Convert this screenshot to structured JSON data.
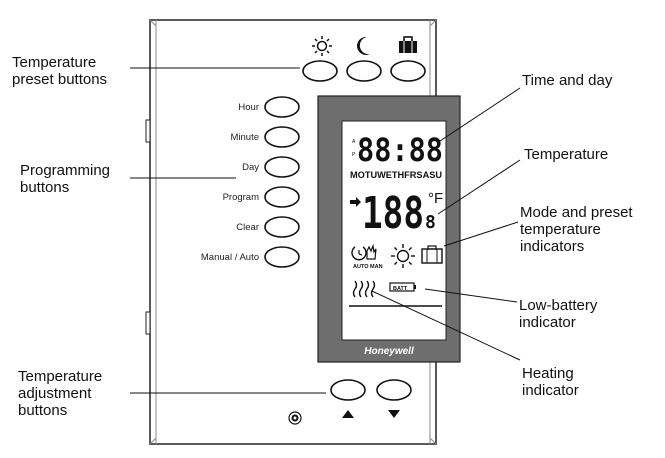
{
  "callouts": {
    "preset_buttons": "Temperature\npreset buttons",
    "programming_buttons": "Programming\nbuttons",
    "temp_adjust_buttons": "Temperature\nadjustment\nbuttons",
    "time_day": "Time and day",
    "temperature": "Temperature",
    "mode_preset": "Mode and preset\ntemperature\nindicators",
    "low_battery": "Low-battery\nindicator",
    "heating": "Heating\nindicator"
  },
  "buttons": {
    "hour": "Hour",
    "minute": "Minute",
    "day": "Day",
    "program": "Program",
    "clear": "Clear",
    "manual_auto": "Manual / Auto"
  },
  "display": {
    "time": "88:88",
    "am": "A",
    "pm": "P",
    "days": "MOTUWETHFRSASU",
    "temperature": "188",
    "decimal": "8",
    "unit": "°F",
    "mode_labels": "AUTO MAN",
    "battery": "BATT",
    "brand": "Honeywell"
  },
  "icons": {
    "presets": [
      "sun-icon",
      "moon-icon",
      "suitcase-icon"
    ],
    "adjust": [
      "up-arrow-icon",
      "down-arrow-icon"
    ]
  }
}
